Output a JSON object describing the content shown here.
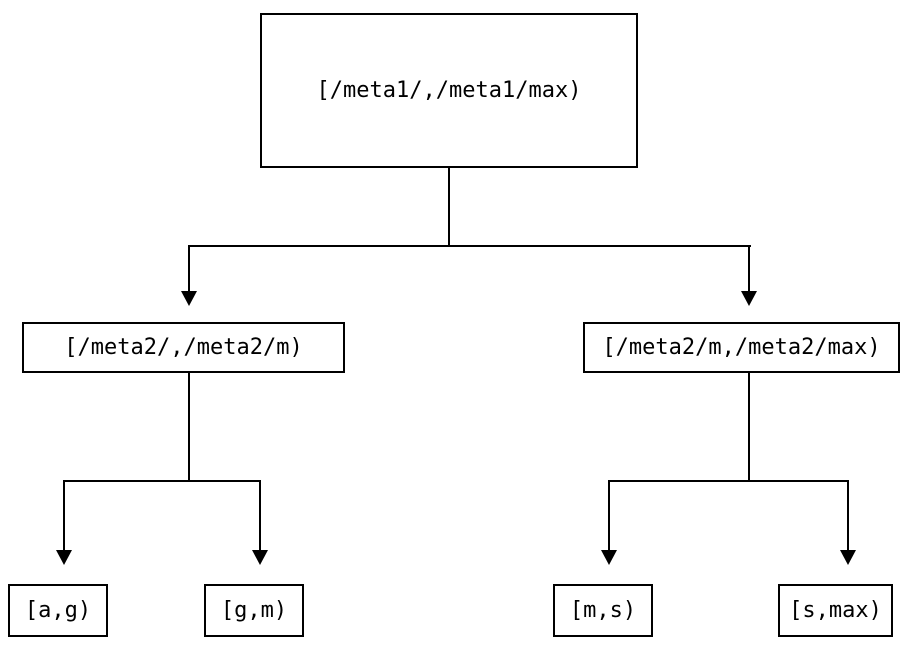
{
  "colors": {
    "background": "#ffffff",
    "line": "#000000",
    "node_border": "#000000",
    "text": "#000000"
  },
  "tree": {
    "root": {
      "label": "[/meta1/,/meta1/max)"
    },
    "level2": [
      {
        "label": "[/meta2/,/meta2/m)"
      },
      {
        "label": "[/meta2/m,/meta2/max)"
      }
    ],
    "leaves": [
      {
        "label": "[a,g)"
      },
      {
        "label": "[g,m)"
      },
      {
        "label": "[m,s)"
      },
      {
        "label": "[s,max)"
      }
    ],
    "edges": [
      {
        "from": "[/meta1/,/meta1/max)",
        "to": "[/meta2/,/meta2/m)"
      },
      {
        "from": "[/meta1/,/meta1/max)",
        "to": "[/meta2/m,/meta2/max)"
      },
      {
        "from": "[/meta2/,/meta2/m)",
        "to": "[a,g)"
      },
      {
        "from": "[/meta2/,/meta2/m)",
        "to": "[g,m)"
      },
      {
        "from": "[/meta2/m,/meta2/max)",
        "to": "[m,s)"
      },
      {
        "from": "[/meta2/m,/meta2/max)",
        "to": "[s,max)"
      }
    ]
  }
}
